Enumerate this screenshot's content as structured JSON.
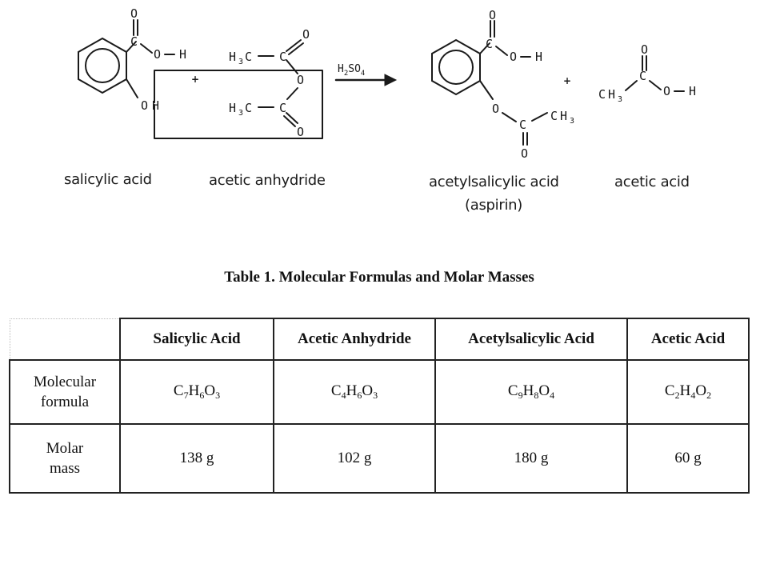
{
  "scheme": {
    "labels": {
      "salicylic": "salicylic acid",
      "anhydride": "acetic anhydride",
      "aspirin": "acetylsalicylic acid",
      "aspirin_alt": "(aspirin)",
      "acetic": "acetic acid"
    },
    "catalyst": {
      "base": "H",
      "sub": "2",
      "rest": "SO",
      "sub2": "4"
    },
    "plus": "+",
    "atoms": {
      "O": "O",
      "H": "H",
      "C": "C",
      "OH_dash": "O–H",
      "H3C": "H",
      "three": "3",
      "C_label": "C"
    }
  },
  "table": {
    "title": "Table 1.  Molecular Formulas and Molar Masses",
    "columns": [
      "Salicylic Acid",
      "Acetic Anhydride",
      "Acetylsalicylic Acid",
      "Acetic Acid"
    ],
    "row_formula_label": [
      "Molecular",
      "formula"
    ],
    "row_mass_label": [
      "Molar",
      "mass"
    ],
    "formulas": [
      [
        [
          "C",
          "7"
        ],
        [
          "H",
          "6"
        ],
        [
          "O",
          "3"
        ]
      ],
      [
        [
          "C",
          "4"
        ],
        [
          "H",
          "6"
        ],
        [
          "O",
          "3"
        ]
      ],
      [
        [
          "C",
          "9"
        ],
        [
          "H",
          "8"
        ],
        [
          "O",
          "4"
        ]
      ],
      [
        [
          "C",
          "2"
        ],
        [
          "H",
          "4"
        ],
        [
          "O",
          "2"
        ]
      ]
    ],
    "masses": [
      "138 g",
      "102 g",
      "180 g",
      "60 g"
    ]
  }
}
